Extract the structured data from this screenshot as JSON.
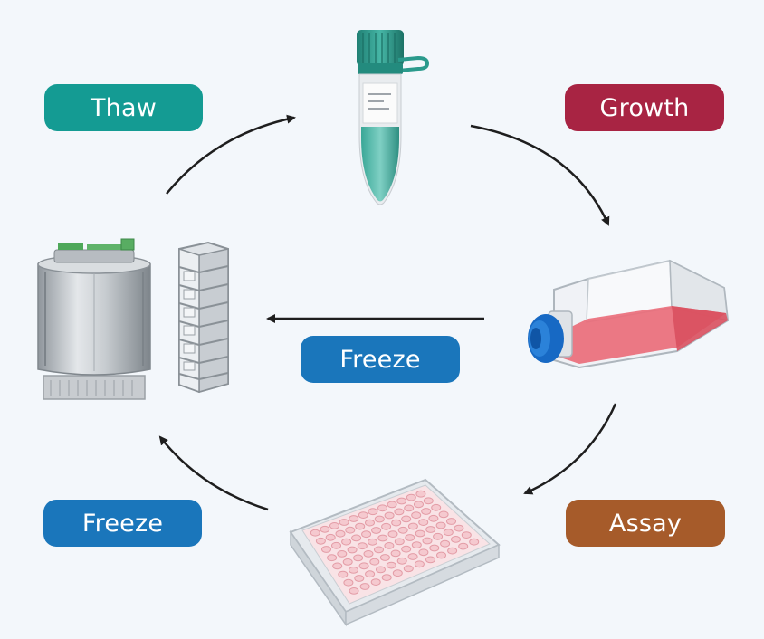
{
  "labels": {
    "thaw": "Thaw",
    "growth": "Growth",
    "freeze_center": "Freeze",
    "freeze_left": "Freeze",
    "assay": "Assay"
  },
  "colors": {
    "background": "#f3f7fb",
    "thaw": "#149b93",
    "growth": "#a82443",
    "freeze": "#1a76bb",
    "assay": "#a65b2a",
    "arrow": "#1e1e1e",
    "tube_cap": "#2a9a8c",
    "tube_liquid": "#4db6a8",
    "flask_cap": "#1769c4",
    "flask_liquid": "#ea6a78",
    "plate_well": "#f5c9cf"
  },
  "icons": {
    "tube": "cryovial-icon",
    "flask": "culture-flask-icon",
    "plate": "well-plate-icon",
    "tank": "cryo-tank-icon",
    "rack": "freezer-rack-icon"
  }
}
